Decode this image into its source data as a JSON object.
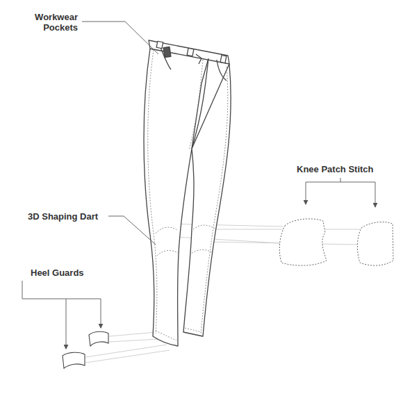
{
  "diagram": {
    "labels": [
      "Workwear Pockets",
      "Knee Patch Stitch",
      "3D Shaping Dart",
      "Heel Guards"
    ]
  }
}
